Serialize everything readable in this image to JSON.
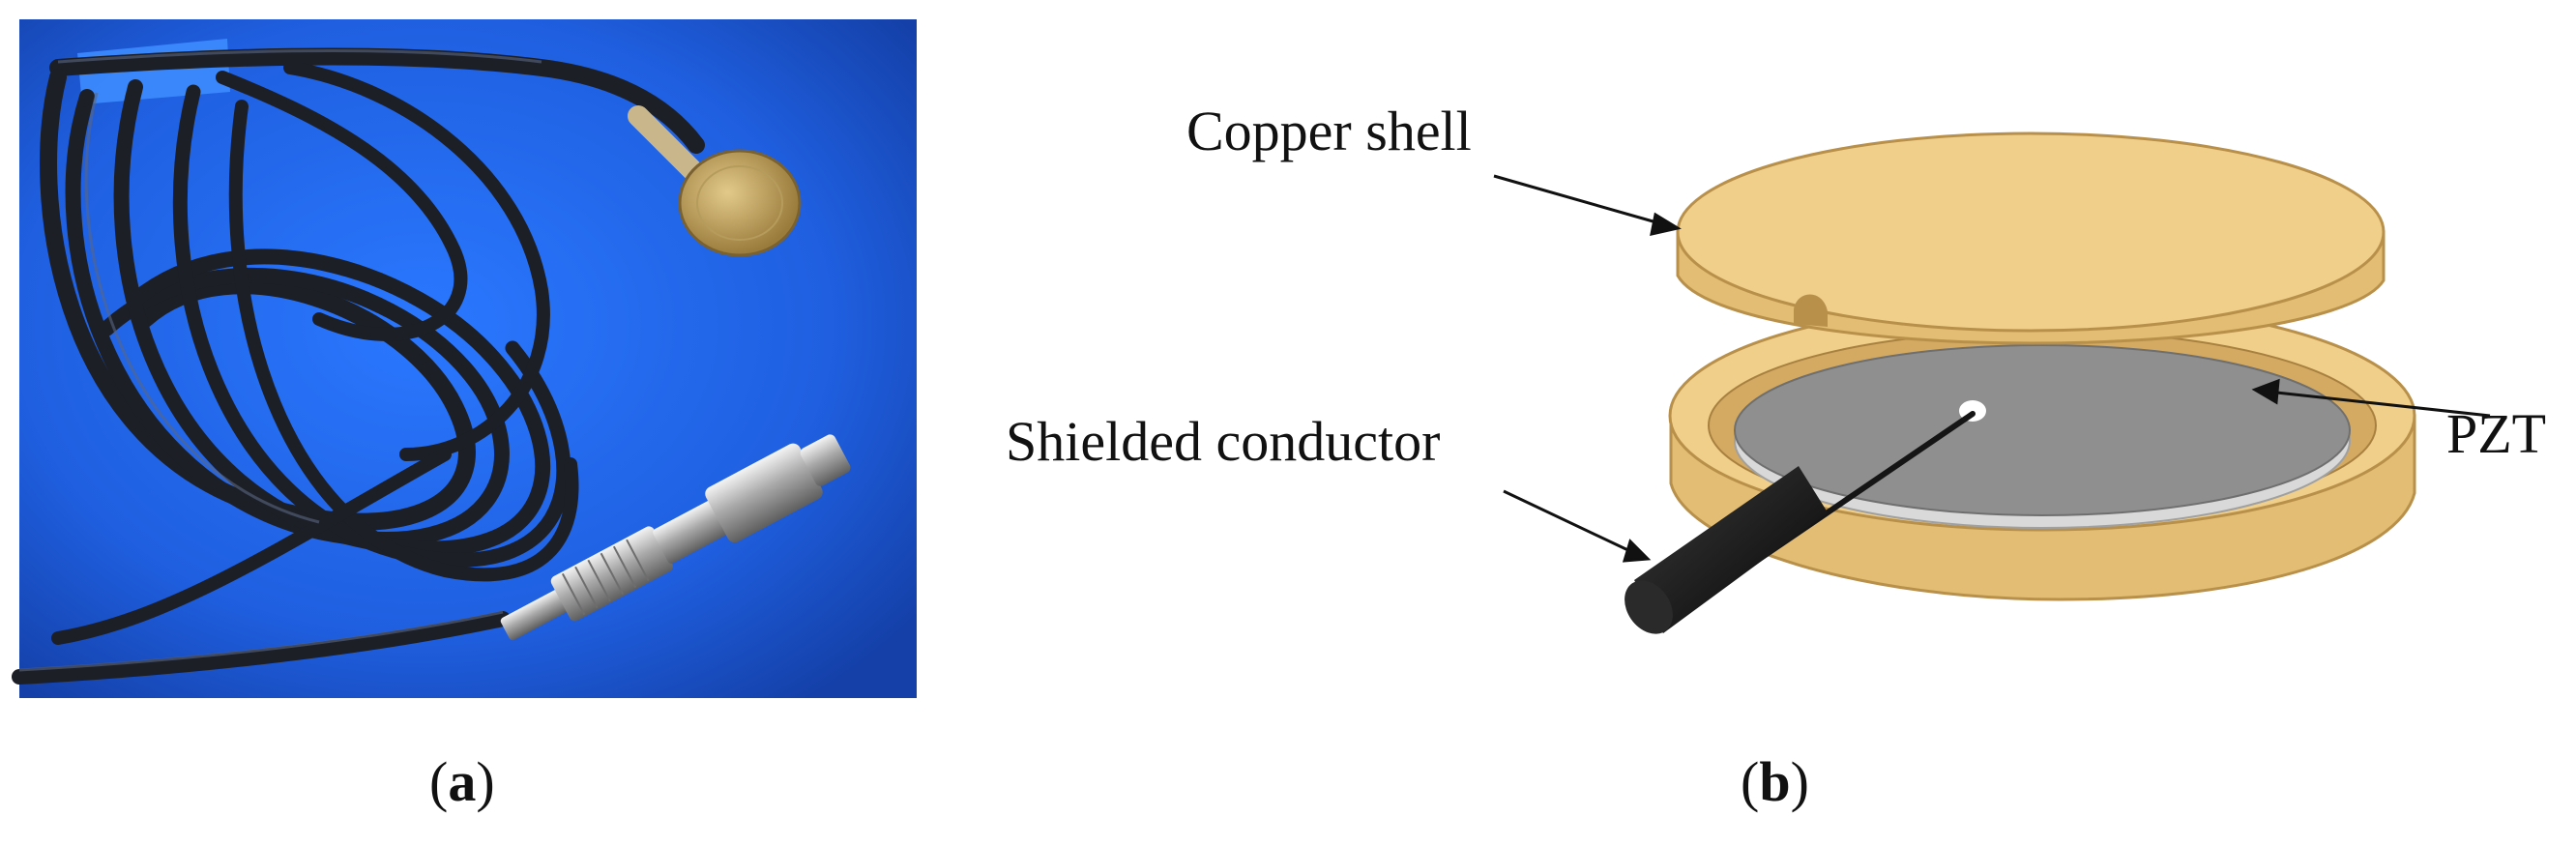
{
  "panels": [
    {
      "label_open": "(",
      "label_letter": "a",
      "label_close": ")"
    },
    {
      "label_open": "(",
      "label_letter": "b",
      "label_close": ")"
    }
  ],
  "annotations": {
    "copper_shell": "Copper shell",
    "shielded_conductor": "Shielded conductor",
    "pzt": "PZT"
  },
  "colors": {
    "photo_background": "#1f5fe0",
    "cable": "#1c1f26",
    "copper": "#e3bd73",
    "copper_edge": "#b8904a",
    "pzt_disk": "#8f8f8f",
    "electrode": "#d9d9d9",
    "conductor": "#151515"
  }
}
